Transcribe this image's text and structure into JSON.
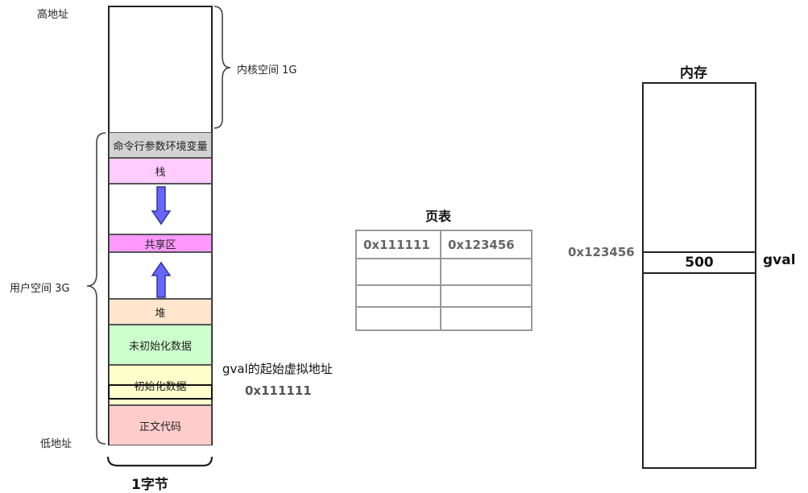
{
  "address_space": {
    "high_address": "高地址",
    "low_address": "低地址",
    "kernel_space": "内核空间 1G",
    "user_space": "用户空间 3G",
    "width_label": "1字节",
    "segments": [
      {
        "label": "命令行参数环境变量",
        "color": "#d3d3d3"
      },
      {
        "label": "栈",
        "color": "#ffccff"
      },
      {
        "label": "",
        "color": "#ffffff"
      },
      {
        "label": "共享区",
        "color": "#ff99ff"
      },
      {
        "label": "",
        "color": "#ffffff"
      },
      {
        "label": "堆",
        "color": "#ffe6cc"
      },
      {
        "label": "未初始化数据",
        "color": "#ccffcc"
      },
      {
        "label": "初始化数据",
        "color": "#ffffcc"
      },
      {
        "label": "正文代码",
        "color": "#ffcccc"
      }
    ],
    "gval_start_label": "gval的起始虚拟地址",
    "gval_virtual_address": "0x111111"
  },
  "page_table": {
    "title": "页表",
    "rows": [
      [
        "0x111111",
        "0x123456"
      ],
      [
        "",
        ""
      ],
      [
        "",
        ""
      ],
      [
        "",
        ""
      ]
    ]
  },
  "memory": {
    "title": "内存",
    "physical_address": "0x123456",
    "cell_value": "500",
    "variable_name": "gval"
  },
  "colors": {
    "arrow_fill": "#6666ff",
    "arrow_stroke": "#333399",
    "border": "#222222",
    "table_border": "#999999"
  }
}
